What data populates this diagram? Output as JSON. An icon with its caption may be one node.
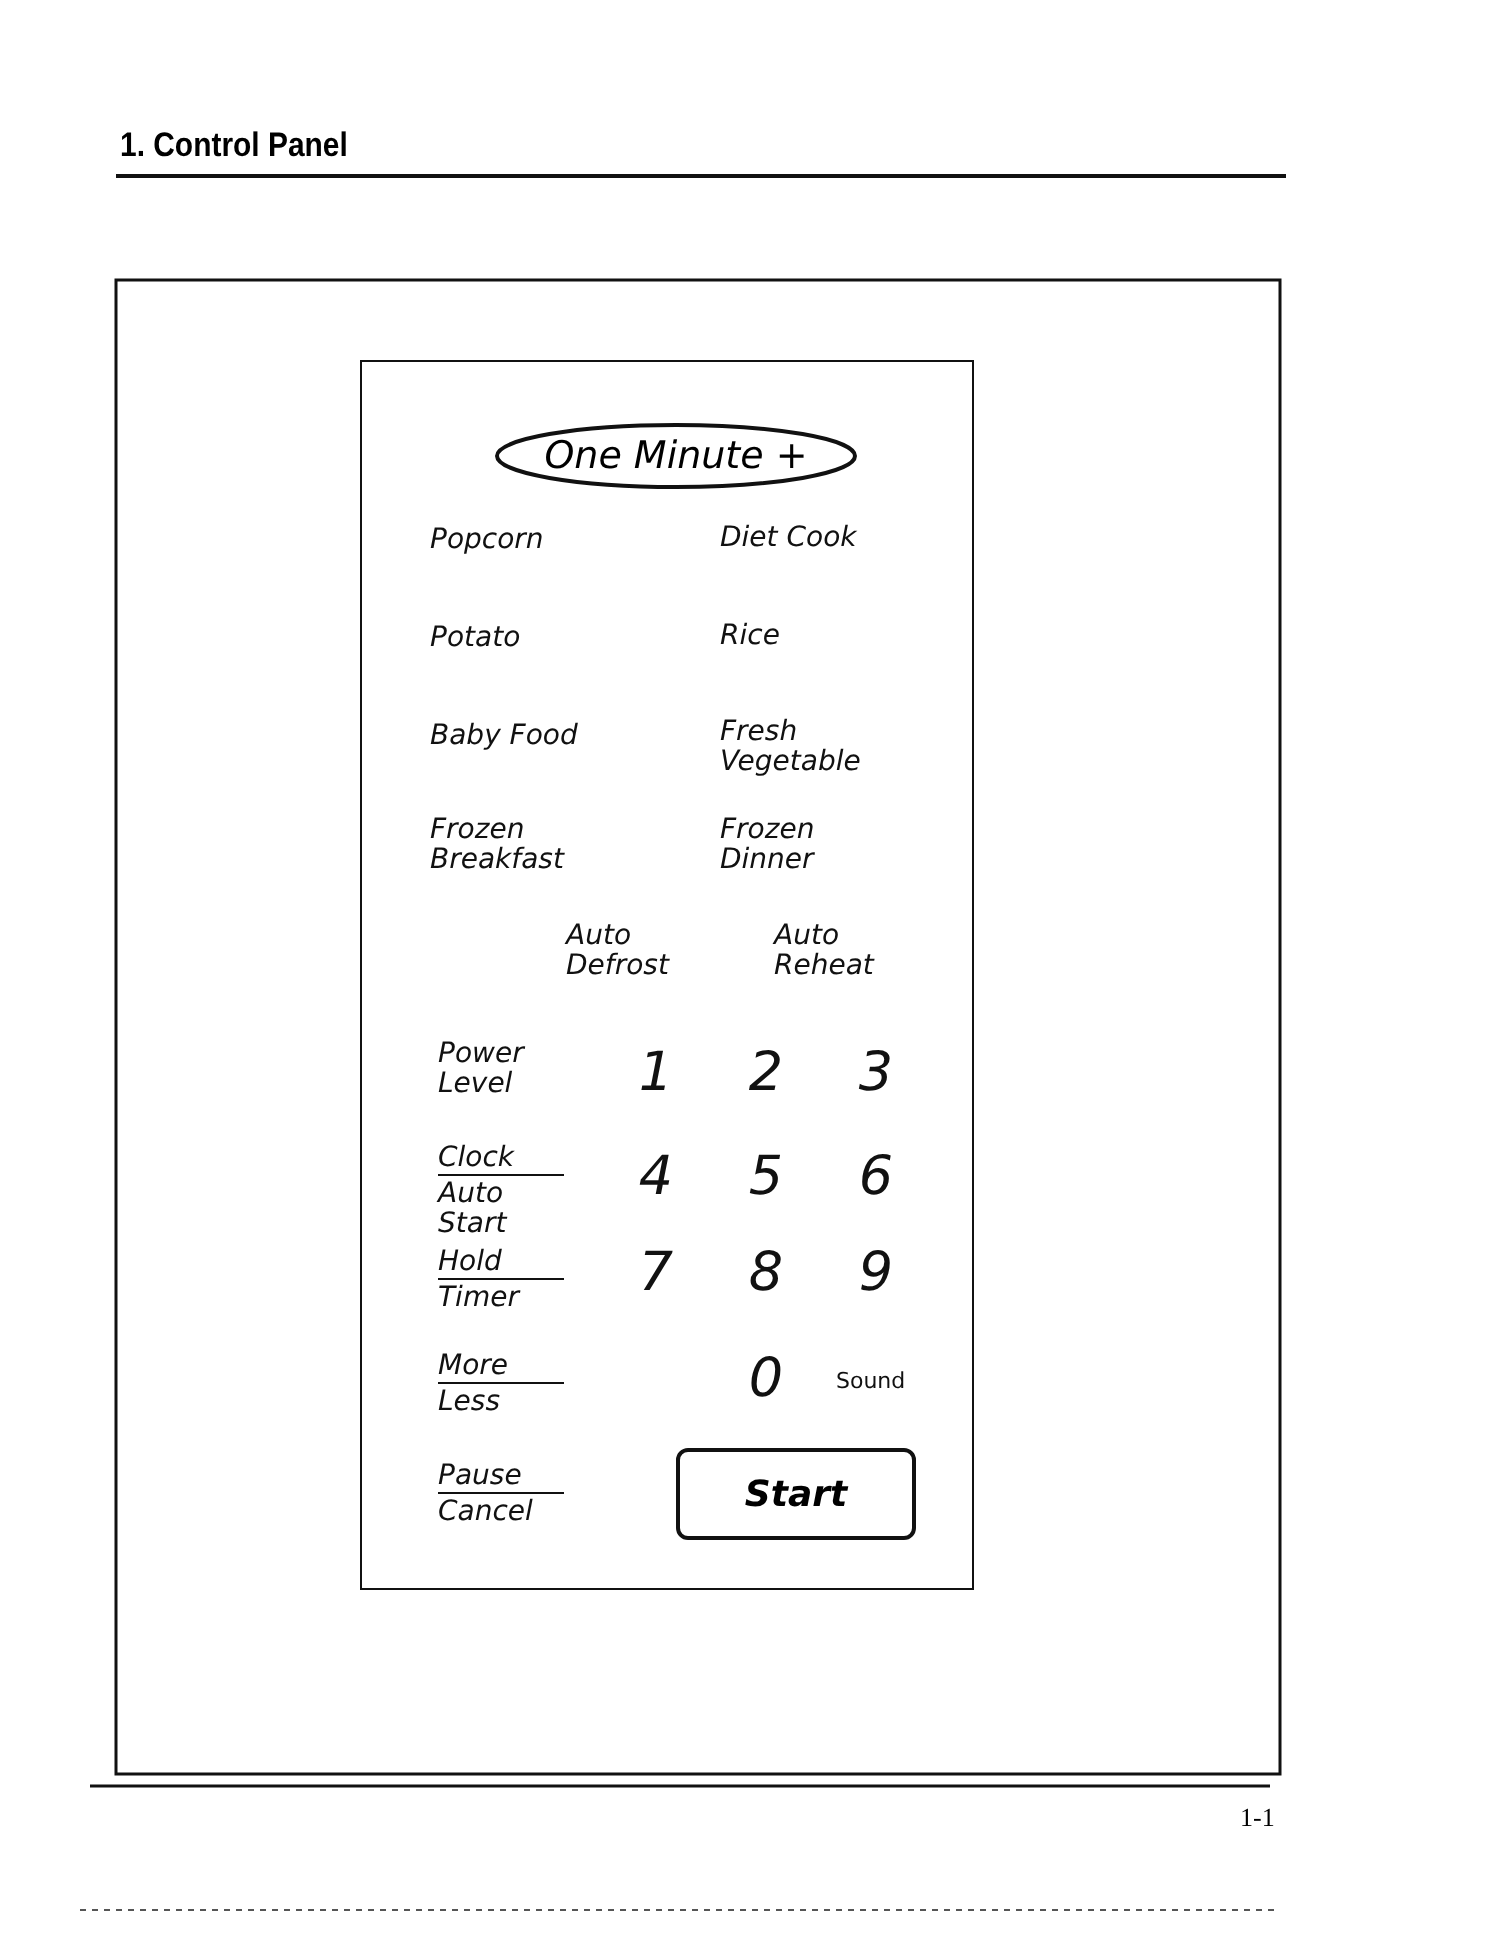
{
  "diagram": {
    "title": "1. Control Panel",
    "nodes": [
      {
        "text": [],
        "shape": "box"
      },
      {
        "text": [
          "One Minute +"
        ],
        "in": 0
      },
      {
        "text": [
          "Start"
        ],
        "in": 0
      }
    ],
    "labels": [
      "Popcorn",
      "Diet Cook",
      "Potato",
      "Rice",
      "Baby Food",
      "Fresh Vegetable",
      "Frozen Breakfast",
      "Frozen Dinner",
      "Auto Defrost",
      "Auto Reheat",
      "Power Level",
      "1",
      "2",
      "3",
      "Clock",
      "Auto Start",
      "4",
      "5",
      "6",
      "Hold",
      "Timer",
      "7",
      "8",
      "9",
      "More",
      "Less",
      "0",
      "Sound",
      "Pause",
      "Cancel",
      "1-1"
    ]
  }
}
